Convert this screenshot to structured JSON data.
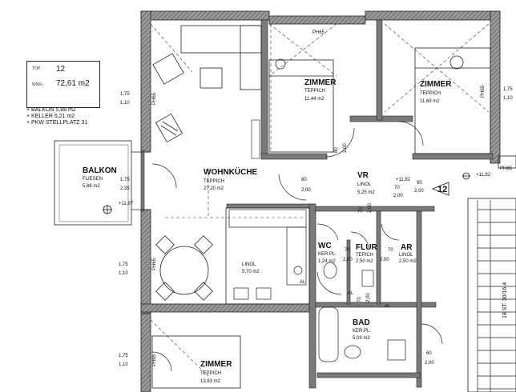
{
  "info": {
    "top_label": "TOP",
    "top_value": "12",
    "area_label": "WNFL",
    "area_value": "72,61 m2",
    "extras": [
      "+ BALKON   5,88 m2",
      "+ KELLER   6,21 m2",
      "+ PKW STELLPLATZ 31"
    ]
  },
  "rooms": {
    "balkon": {
      "name": "BALKON",
      "floor": "FLIESEN",
      "area": "5,88 m2"
    },
    "wohn": {
      "name": "WOHNKÜCHE",
      "floor": "TEPPICH",
      "area": "27,20 m2"
    },
    "zimmer1": {
      "name": "ZIMMER",
      "floor": "TEPPICH",
      "area": "11,44 m2"
    },
    "zimmer2": {
      "name": "ZIMMER",
      "floor": "TEPPICH",
      "area": "11,69 m2"
    },
    "zimmer3": {
      "name": "ZIMMER",
      "floor": "TEPPICH",
      "area": "13,63 m2"
    },
    "vr": {
      "name": "VR",
      "floor": "LINOL",
      "area": "5,25 m2"
    },
    "kueche": {
      "name": "",
      "floor": "LINOL",
      "area": "5,70 m2"
    },
    "wc": {
      "name": "WC",
      "floor": "KER.PL.",
      "area": "1,24 m2"
    },
    "flur": {
      "name": "FLUR",
      "floor": "TEPICH",
      "area": "2,50 m2"
    },
    "ar": {
      "name": "AR",
      "floor": "LINOL",
      "area": "2,50 m2"
    },
    "bad": {
      "name": "BAD",
      "floor": "KER.PL.",
      "area": "5,03 m2"
    }
  },
  "dims": {
    "w1": "1,75",
    "w1b": "1,10",
    "w2": "1,75",
    "w2b": "2,35",
    "w3": "1,75",
    "w3b": "1,10",
    "w4": "1,75",
    "w4b": "1,10",
    "w5": "1,75",
    "w5b": "1,10",
    "d1": "80",
    "d1b": "2,00",
    "d2": "80",
    "d2b": "2,00",
    "d3": "90",
    "d3b": "2,00",
    "d4": "70",
    "d4b": "2,00",
    "d5": "70",
    "d5b": "2,00",
    "d6": "70",
    "d6b": "2,00",
    "d7": "70",
    "d7b": "2,00",
    "d8": "60",
    "d8b": "2,00",
    "d9": "70",
    "d9b": "2,00",
    "ph1": "PH65",
    "ph2": "PH65",
    "ph3": "PH65",
    "ph4": "PH65",
    "ph5": "PH65",
    "ph6": "PH65",
    "lvl1": "+11,67",
    "lvl2": "+11,82",
    "lvl3": "+11,82",
    "stair": "18 ST. 30/16,4",
    "unit": "12",
    "al1": "AL",
    "al2": "AL",
    "al3": "AL"
  }
}
